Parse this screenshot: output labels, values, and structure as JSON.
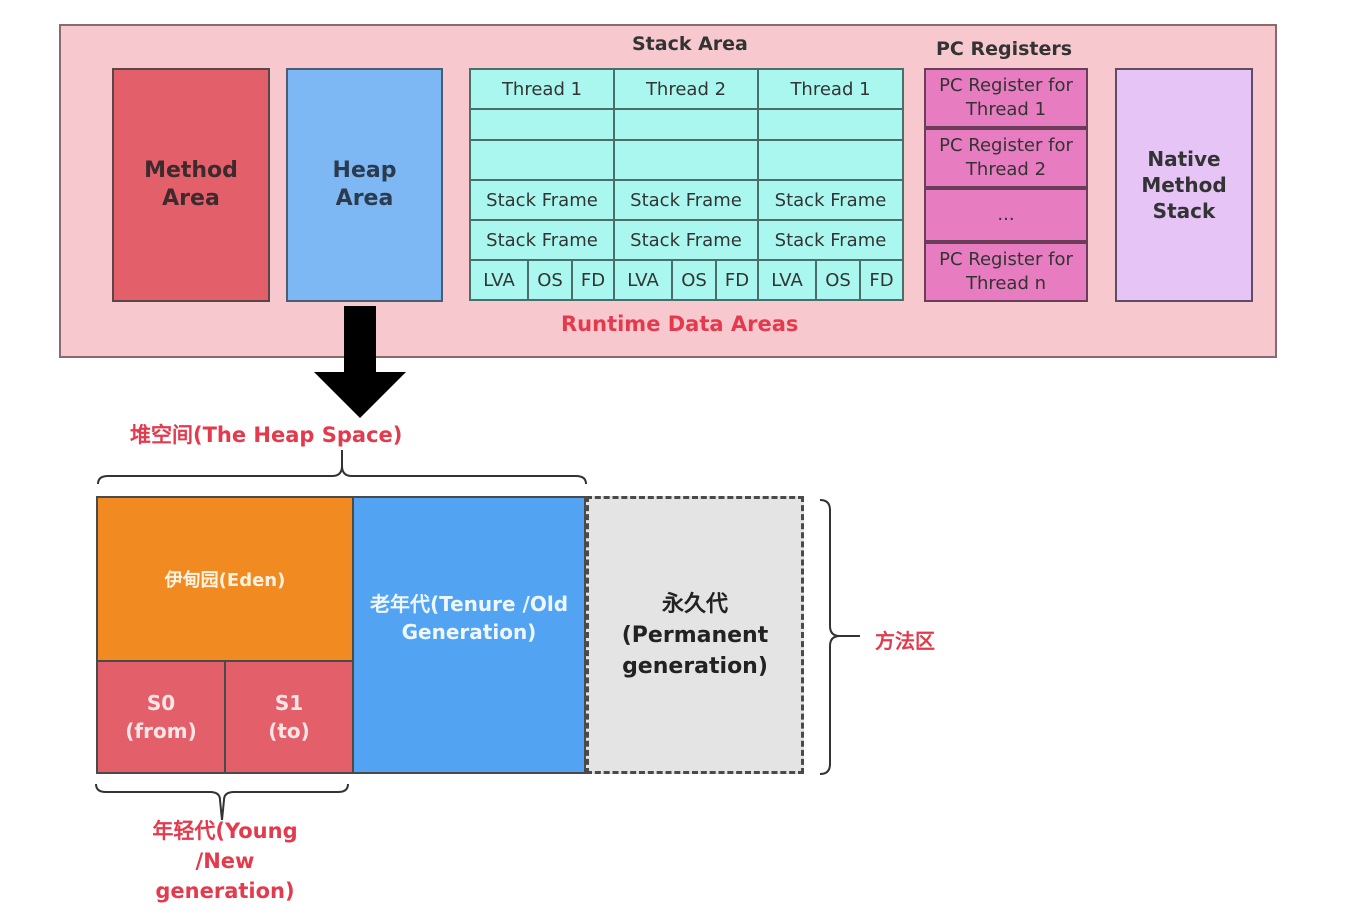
{
  "runtime": {
    "label": "Runtime Data Areas",
    "method_area": {
      "line1": "Method",
      "line2": "Area"
    },
    "heap_area": {
      "line1": "Heap",
      "line2": "Area"
    },
    "stack_area": {
      "title": "Stack Area",
      "threads": [
        "Thread 1",
        "Thread 2",
        "Thread 1"
      ],
      "stack_frame_label": "Stack Frame",
      "frame_parts": [
        "LVA",
        "OS",
        "FD"
      ]
    },
    "pc_registers": {
      "title": "PC Registers",
      "items": [
        {
          "line1": "PC Register for",
          "line2": "Thread 1"
        },
        {
          "line1": "PC Register for",
          "line2": "Thread 2"
        },
        {
          "line1": "...",
          "line2": ""
        },
        {
          "line1": "PC Register for",
          "line2": "Thread n"
        }
      ]
    },
    "native_method_stack": {
      "line1": "Native",
      "line2": "Method",
      "line3": "Stack"
    }
  },
  "heap_space": {
    "label": "堆空间(The Heap Space)",
    "eden": "伊甸园(Eden)",
    "s0": {
      "line1": "S0",
      "line2": "(from)"
    },
    "s1": {
      "line1": "S1",
      "line2": "(to)"
    },
    "tenure": {
      "line1": "老年代(Tenure /Old",
      "line2": "Generation)"
    },
    "permanent": {
      "line1": "永久代",
      "line2": "(Permanent",
      "line3": "generation)"
    },
    "method_zone_label": "方法区",
    "young_label": {
      "line1": "年轻代(Young",
      "line2": "/New",
      "line3": "generation)"
    }
  },
  "colors": {
    "runtime_bg": "#f7c9cf",
    "method_area": "#e35f6a",
    "heap_area": "#7db8f5",
    "stack_cells": "#a9f7ef",
    "pc_register": "#e87cc0",
    "native_stack": "#e6c4f6",
    "eden": "#f08a21",
    "survivor": "#e35f6a",
    "tenure": "#52a4f2",
    "permanent": "#e4e4e4",
    "label_red": "#e33b4d"
  }
}
